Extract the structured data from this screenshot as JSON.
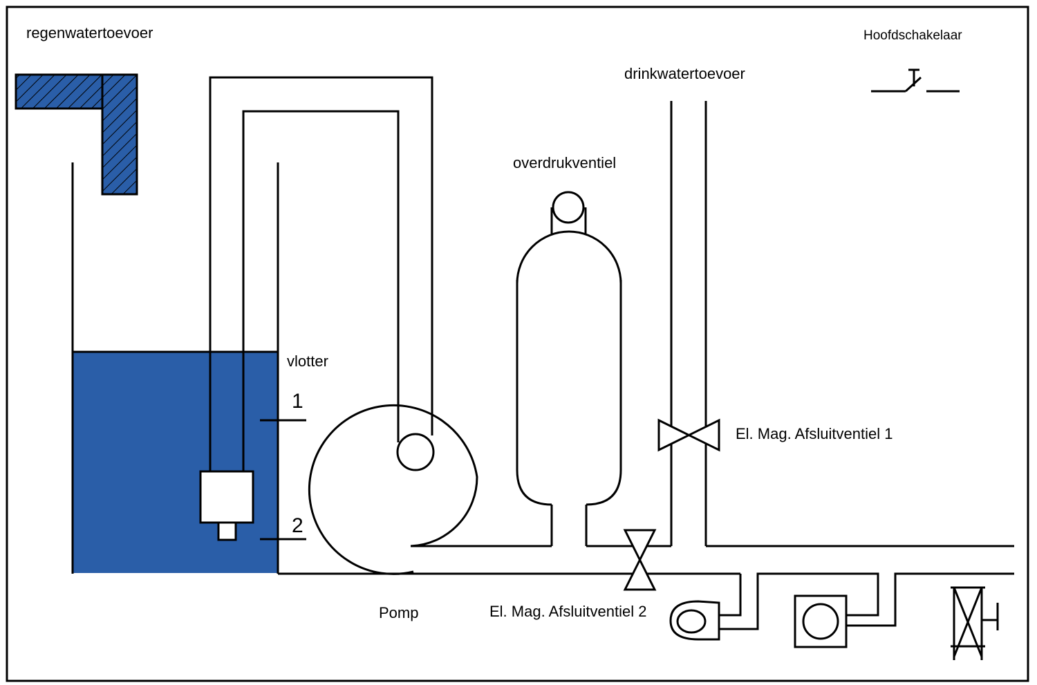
{
  "labels": {
    "rain_inlet": "regenwatertoevoer",
    "main_switch": "Hoofdschakelaar",
    "drinkwater_inlet": "drinkwatertoevoer",
    "pressure_valve": "overdrukventiel",
    "float": "vlotter",
    "level_1": "1",
    "level_2": "2",
    "valve_1": "El. Mag. Afsluitventiel 1",
    "valve_2": "El. Mag. Afsluitventiel 2",
    "pump": "Pomp"
  },
  "colors": {
    "water": "#2a5ea8",
    "stroke": "#000000",
    "background": "#ffffff"
  }
}
